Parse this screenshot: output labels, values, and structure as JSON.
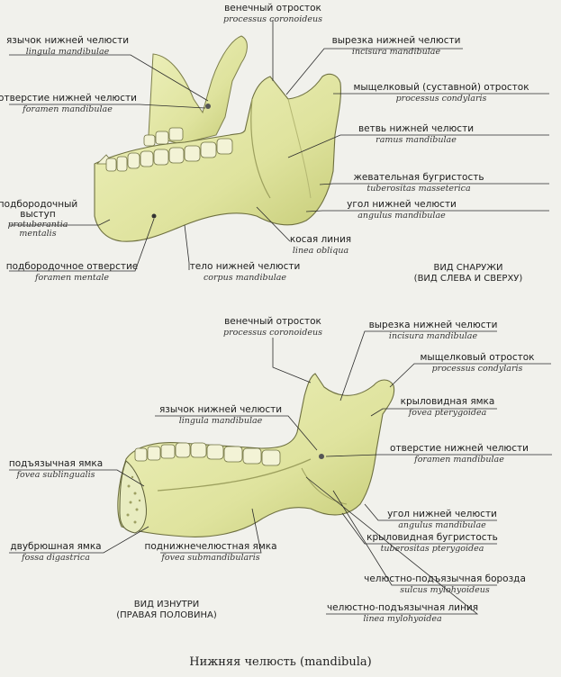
{
  "caption": "Нижняя челюсть (mandibula)",
  "colors": {
    "bone": "#e3e7a6",
    "bone_shade": "#c9cf7a",
    "leader": "#2b2b2b",
    "background": "#f1f1ec"
  },
  "top": {
    "view": [
      "ВИД СНАРУЖИ",
      "(ВИД СЛЕВА И СВЕРХУ)"
    ],
    "labels": {
      "coronoid": {
        "ru": "венечный отросток",
        "la": "processus coronoideus"
      },
      "lingula": {
        "ru": "язычок нижней челюсти",
        "la": "lingula mandibulae"
      },
      "incisura": {
        "ru": "вырезка нижней челюсти",
        "la": "incisura mandibulae"
      },
      "foramen": {
        "ru": "отверстие нижней челюсти",
        "la": "foramen mandibulae"
      },
      "condylar": {
        "ru": "мыщелковый (суставной) отросток",
        "la": "processus condylaris"
      },
      "ramus": {
        "ru": "ветвь нижней челюсти",
        "la": "ramus mandibulae"
      },
      "masseteric": {
        "ru": "жевательная бугристость",
        "la": "tuberositas masseterica"
      },
      "chin1": {
        "ru": "подбородочный",
        "ru2": "выступ",
        "la": "protuberantia",
        "la2": "mentalis"
      },
      "angle": {
        "ru": "угол нижней челюсти",
        "la": "angulus mandibulae"
      },
      "oblique": {
        "ru": "косая линия",
        "la": "linea obliqua"
      },
      "mental": {
        "ru": "подбородочное отверстие",
        "la": "foramen mentale"
      },
      "body": {
        "ru": "тело нижней челюсти",
        "la": "corpus mandibulae"
      }
    }
  },
  "bottom": {
    "view": [
      "ВИД ИЗНУТРИ",
      "(ПРАВАЯ ПОЛОВИНА)"
    ],
    "labels": {
      "coronoid": {
        "ru": "венечный отросток",
        "la": "processus coronoideus"
      },
      "incisura": {
        "ru": "вырезка нижней челюсти",
        "la": "incisura mandibulae"
      },
      "condylar": {
        "ru": "мыщелковый отросток",
        "la": "processus condylaris"
      },
      "lingula": {
        "ru": "язычок нижней челюсти",
        "la": "lingula mandibulae"
      },
      "pterygoid_fovea": {
        "ru": "крыловидная ямка",
        "la": "fovea pterygoidea"
      },
      "foramen": {
        "ru": "отверстие нижней челюсти",
        "la": "foramen mandibulae"
      },
      "sublingual": {
        "ru": "подъязычная ямка",
        "la": "fovea sublingualis"
      },
      "angle": {
        "ru": "угол нижней челюсти",
        "la": "angulus mandibulae"
      },
      "digastric": {
        "ru": "двубрюшная ямка",
        "la": "fossa digastrica"
      },
      "submandibular": {
        "ru": "поднижнечелюстная ямка",
        "la": "fovea submandibularis"
      },
      "pterygoid_tub": {
        "ru": "крыловидная бугристость",
        "la": "tuberositas pterygoidea"
      },
      "mylohyoid_sulcus": {
        "ru": "челюстно-подъязычная борозда",
        "la": "sulcus mylohyoideus"
      },
      "mylohyoid_line": {
        "ru": "челюстно-подъязычная линия",
        "la": "linea mylohyoidea"
      }
    }
  }
}
